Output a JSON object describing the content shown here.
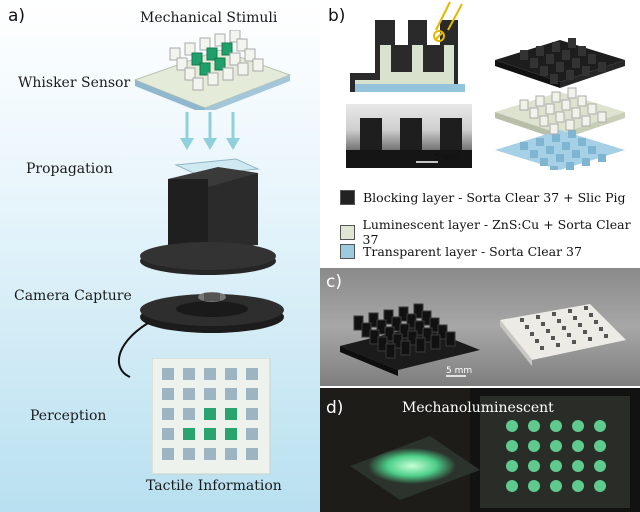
{
  "panels": {
    "a": "a)",
    "b": "b)",
    "c": "c)",
    "d": "d)"
  },
  "panel_a": {
    "mechanical_stimuli": "Mechanical Stimuli",
    "whisker_sensor": "Whisker Sensor",
    "propagation": "Propagation",
    "camera_capture": "Camera Capture",
    "perception": "Perception",
    "tactile_information": "Tactile Information"
  },
  "panel_b": {
    "scale_bar": "5 mm",
    "legend": [
      {
        "label": "Blocking layer -  Sorta Clear 37 + Slic Pig",
        "color": "#222222"
      },
      {
        "label": "Luminescent layer -  ZnS:Cu + Sorta Clear 37",
        "color": "#dfe6d3"
      },
      {
        "label": "Transparent layer -  Sorta Clear 37",
        "color": "#9ccbe0"
      }
    ]
  },
  "panel_c": {
    "scale_bar": "5 mm"
  },
  "panel_d": {
    "title": "Mechanoluminescent"
  },
  "colors": {
    "accent_green": "#1fa06a",
    "light_blue": "#bde3f2",
    "dark": "#222222"
  }
}
